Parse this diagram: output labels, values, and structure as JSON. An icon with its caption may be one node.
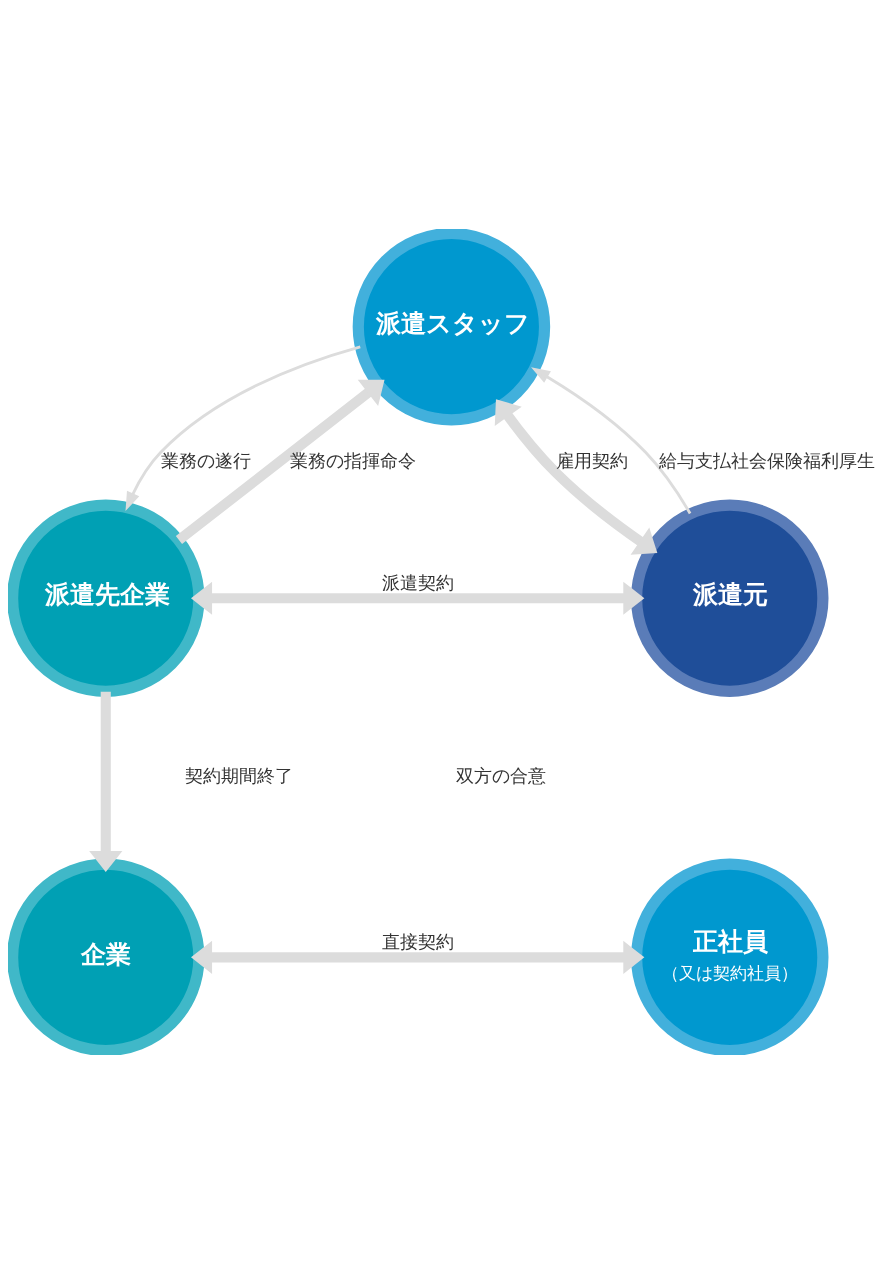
{
  "diagram": {
    "nodes": [
      {
        "text": [
          "派遣スタッフ"
        ]
      },
      {
        "text": [
          "派遣先企業"
        ]
      },
      {
        "text": [
          "派遣元"
        ]
      },
      {
        "text": [
          "企業"
        ]
      },
      {
        "text": [
          "正社員",
          "（又は契約社員）"
        ]
      }
    ],
    "edges": [
      {
        "from": 1,
        "to": 0,
        "arrow": "to",
        "label": "業務の指揮命令"
      },
      {
        "from": 0,
        "to": 1,
        "arrow": "to",
        "label": "業務の遂行"
      },
      {
        "from": 2,
        "to": 0,
        "arrow": "to",
        "label": "給与支払社会保険福利厚生"
      },
      {
        "from": 0,
        "to": 2,
        "arrow": "both",
        "label": "雇用契約"
      },
      {
        "from": 1,
        "to": 2,
        "arrow": "both",
        "label": "派遣契約"
      },
      {
        "from": 1,
        "to": 3,
        "arrow": "to"
      },
      {
        "from": 3,
        "to": 4,
        "arrow": "both",
        "label": "直接契約"
      }
    ],
    "labels": [
      "契約期間終了",
      "双方の合意"
    ]
  }
}
